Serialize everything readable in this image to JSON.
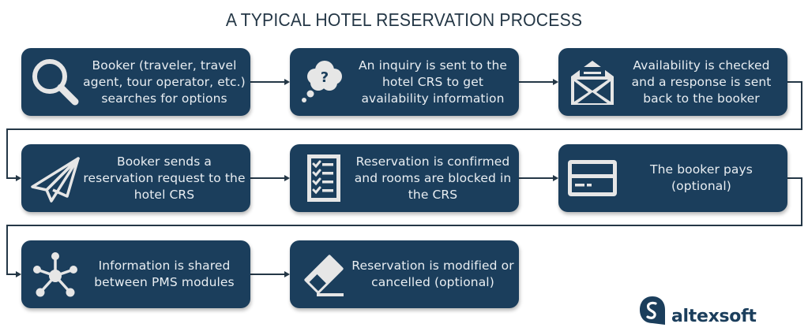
{
  "title": "A TYPICAL HOTEL RESERVATION PROCESS",
  "colors": {
    "box_bg": "#1b3e5c",
    "box_text": "#e9eef2",
    "icon": "#e6e6e6",
    "connector": "#243746",
    "title": "#243746",
    "background": "#ffffff"
  },
  "steps": [
    {
      "id": 1,
      "icon": "magnifier-icon",
      "text": "Booker (traveler, travel agent, tour operator, etc.) searches for options"
    },
    {
      "id": 2,
      "icon": "thought-cloud-question-icon",
      "text": "An inquiry is sent to the hotel CRS to get availability information"
    },
    {
      "id": 3,
      "icon": "open-envelope-icon",
      "text": "Availability is checked and a response is sent back to the booker"
    },
    {
      "id": 4,
      "icon": "paper-plane-icon",
      "text": "Booker sends a reservation request to the hotel CRS"
    },
    {
      "id": 5,
      "icon": "checklist-icon",
      "text": "Reservation is confirmed and rooms are blocked in the CRS"
    },
    {
      "id": 6,
      "icon": "credit-card-icon",
      "text": "The booker pays (optional)"
    },
    {
      "id": 7,
      "icon": "network-hub-icon",
      "text": "Information is shared between PMS modules"
    },
    {
      "id": 8,
      "icon": "eraser-icon",
      "text": "Reservation is modified or cancelled (optional)"
    }
  ],
  "logo": {
    "text": "altexsoft"
  }
}
